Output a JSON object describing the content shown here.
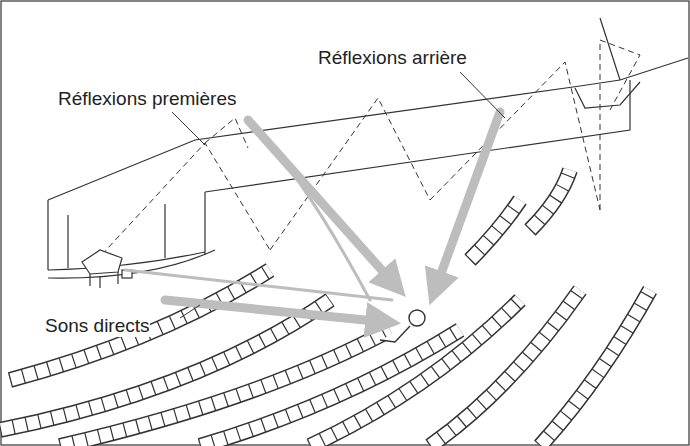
{
  "diagram": {
    "labels": [
      "Réflexions premières",
      "Réflexions arrière",
      "Sons directs"
    ]
  }
}
